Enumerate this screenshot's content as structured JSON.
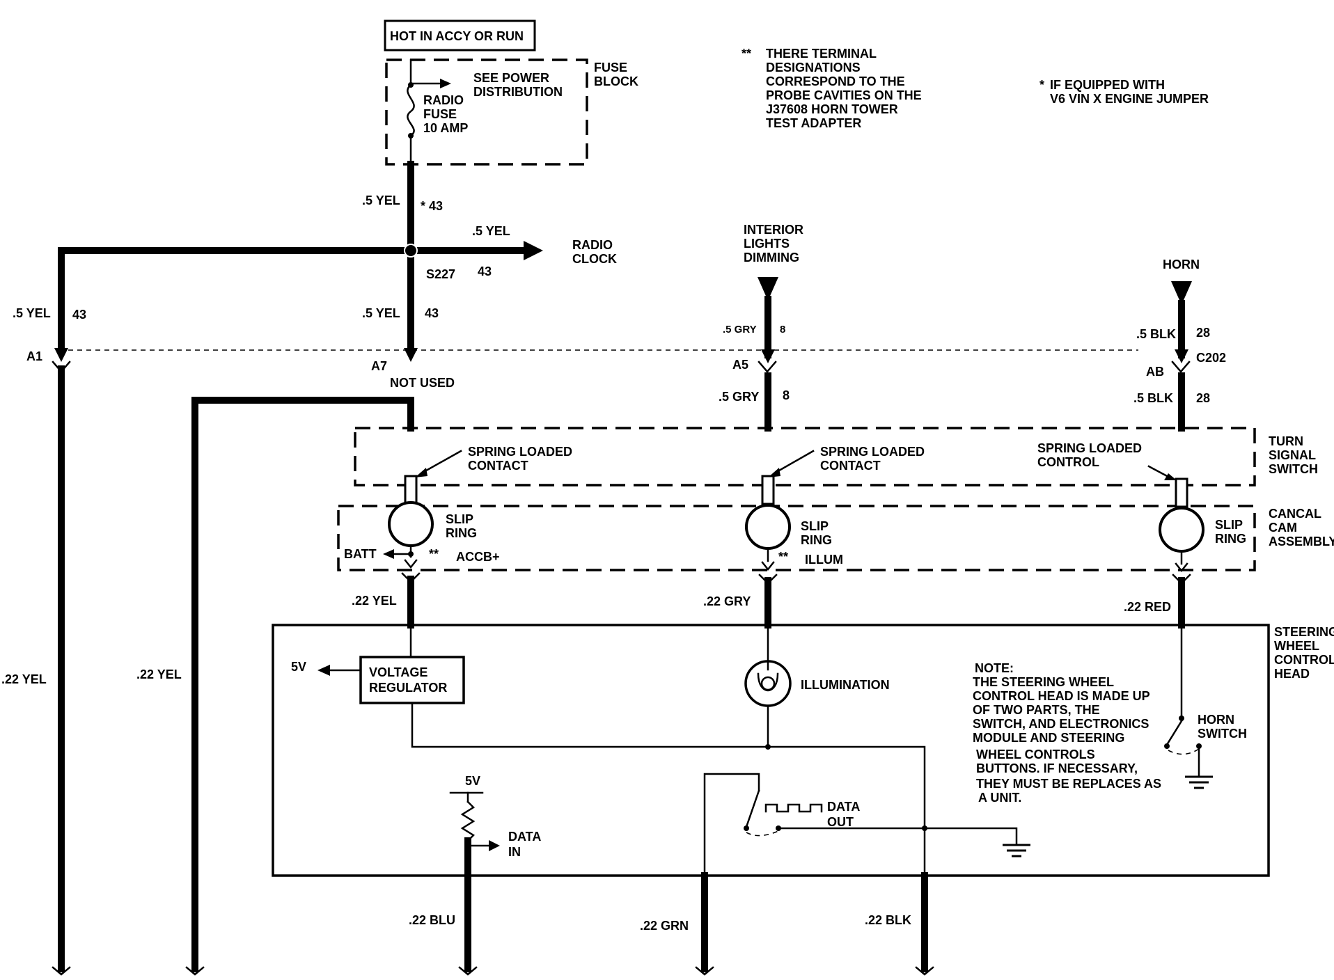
{
  "labels": {
    "hot_in": "HOT IN ACCY OR RUN",
    "fuse_block": [
      "FUSE",
      "BLOCK"
    ],
    "see_power": [
      "SEE POWER",
      "DISTRIBUTION"
    ],
    "radio_fuse": [
      "RADIO",
      "FUSE",
      "10 AMP"
    ],
    "note_terminal": [
      "THERE TERMINAL",
      "DESIGNATIONS",
      "CORRESPOND TO THE",
      "PROBE CAVITIES ON THE",
      "J37608 HORN TOWER",
      "TEST ADAPTER"
    ],
    "note_terminal_mark": "**",
    "note_jumper": [
      "IF EQUIPPED WITH",
      "V6 VIN X ENGINE JUMPER"
    ],
    "note_jumper_mark": "*",
    "radio_clock": [
      "RADIO",
      "CLOCK"
    ],
    "interior_lights": [
      "INTERIOR",
      "LIGHTS",
      "DIMMING"
    ],
    "horn": "HORN",
    "splice": "S227",
    "not_used": "NOT USED",
    "connector": "C202",
    "spring_contact": [
      "SPRING LOADED",
      "CONTACT"
    ],
    "spring_control": [
      "SPRING LOADED",
      "CONTROL"
    ],
    "turn_signal": [
      "TURN",
      "SIGNAL",
      "SWITCH"
    ],
    "slip_ring": [
      "SLIP",
      "RING"
    ],
    "cancal": [
      "CANCAL",
      "CAM",
      "ASSEMBLY"
    ],
    "batt": "BATT",
    "accb": "ACCB+",
    "illum": "ILLUM",
    "double_star": "**",
    "steering_head": [
      "STEERING",
      "WHEEL",
      "CONTROL",
      "HEAD"
    ],
    "five_v": "5V",
    "voltage_reg": [
      "VOLTAGE",
      "REGULATOR"
    ],
    "illumination": "ILLUMINATION",
    "note_head": [
      "NOTE:",
      "THE STEERING WHEEL",
      "CONTROL HEAD IS MADE UP",
      "OF TWO PARTS, THE",
      "SWITCH, AND ELECTRONICS",
      "MODULE AND STEERING",
      "WHEEL CONTROLS",
      "BUTTONS. IF NECESSARY,",
      "THEY MUST BE REPLACES AS",
      "A UNIT."
    ],
    "horn_switch": [
      "HORN",
      "SWITCH"
    ],
    "data_in": [
      "DATA",
      "IN"
    ],
    "data_out": [
      "DATA",
      "OUT"
    ]
  },
  "wires": {
    "yel_5": ".5 YEL",
    "c43": "43",
    "c43_star": "43",
    "star_mark": "*",
    "gry_5": ".5 GRY",
    "c8": "8",
    "blk_5": ".5 BLK",
    "c28": "28",
    "yel_22": ".22 YEL",
    "gry_22": ".22 GRY",
    "red_22": ".22 RED",
    "blu_22": ".22 BLU",
    "grn_22": ".22 GRN",
    "blk_22": ".22 BLK"
  },
  "pins": {
    "a1": "A1",
    "a7": "A7",
    "a5": "A5",
    "ab": "AB"
  }
}
